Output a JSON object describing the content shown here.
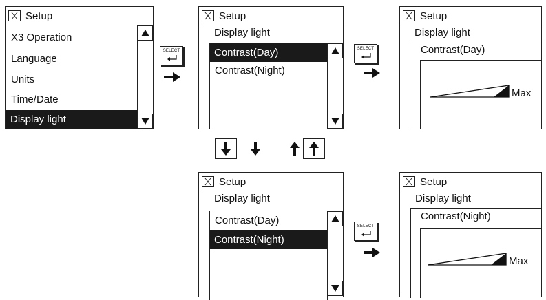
{
  "screens": {
    "setup_menu": {
      "title": "Setup",
      "items": [
        "X3 Operation",
        "Language",
        "Units",
        "Time/Date",
        "Display light"
      ],
      "selected": "Display light"
    },
    "display_light_day": {
      "title": "Setup",
      "subtitle": "Display light",
      "items": [
        "Contrast(Day)",
        "Contrast(Night)"
      ],
      "selected": "Contrast(Day)"
    },
    "contrast_day": {
      "title": "Setup",
      "subtitle": "Display light",
      "sub_subtitle": "Contrast(Day)",
      "level_label": "Max"
    },
    "display_light_night": {
      "title": "Setup",
      "subtitle": "Display light",
      "items": [
        "Contrast(Day)",
        "Contrast(Night)"
      ],
      "selected": "Contrast(Night)"
    },
    "contrast_night": {
      "title": "Setup",
      "subtitle": "Display light",
      "sub_subtitle": "Contrast(Night)",
      "level_label": "Max"
    }
  },
  "keys": {
    "select_label": "SELECT"
  },
  "icons": {
    "close": "x-box-icon",
    "scroll_up": "triangle-up-icon",
    "scroll_down": "triangle-down-icon",
    "enter": "enter-arrow-icon",
    "flow": "right-arrow-icon",
    "nav_down": "down-arrow-icon",
    "nav_up": "up-arrow-icon"
  },
  "colors": {
    "ink": "#1a1a1a",
    "paper": "#ffffff"
  }
}
